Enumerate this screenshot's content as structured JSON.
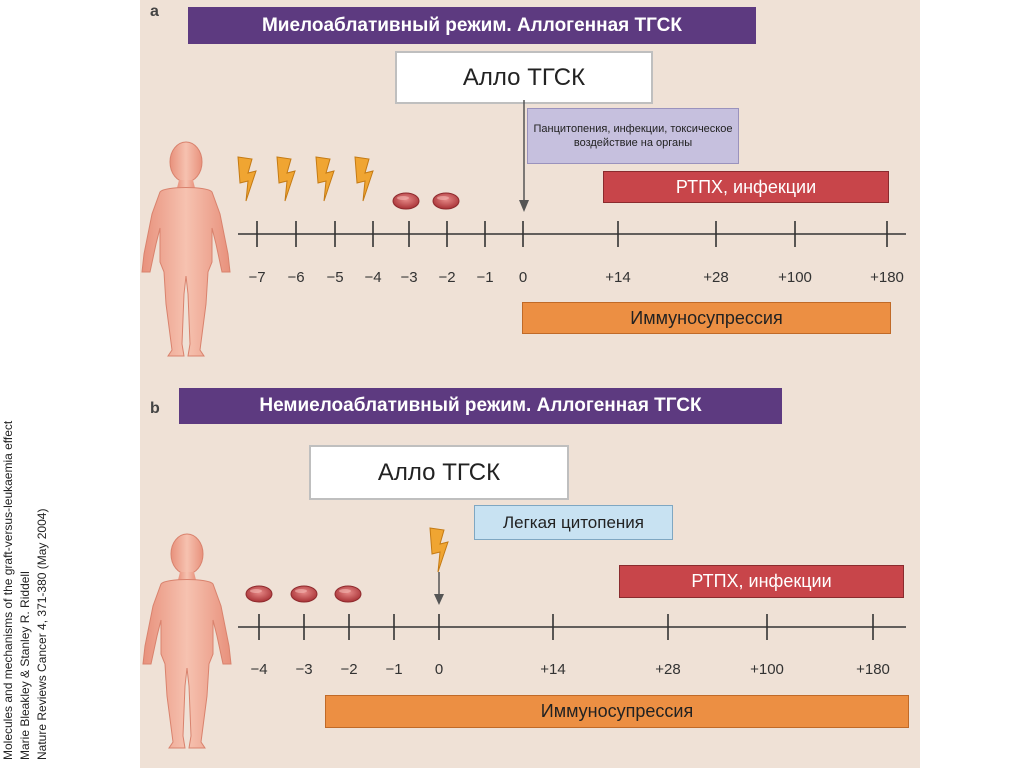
{
  "citation": [
    "Molecules and mechanisms of the graft-versus-leukaemia effect",
    "Marie Bleakley & Stanley R. Riddell",
    "Nature Reviews Cancer 4, 371-380 (May 2004)"
  ],
  "panel_a": {
    "letter": "a",
    "title": "Миелоаблативный режим. Аллогенная ТГСК",
    "allo_label": "Алло ТГСК",
    "toxicity_note": "Панцитопения, инфекции, токсическое воздействие на органы",
    "gvhd_label": "РТПХ, инфекции",
    "immuno_label": "Иммуносупрессия",
    "ticks": [
      "−7",
      "−6",
      "−5",
      "−4",
      "−3",
      "−2",
      "−1",
      "0",
      "+14",
      "+28",
      "+100",
      "+180"
    ],
    "conditioning": {
      "irradiation_days": [
        "−7",
        "−6",
        "−5",
        "−4"
      ],
      "chemo_days": [
        "−3",
        "−2"
      ]
    }
  },
  "panel_b": {
    "letter": "b",
    "title": "Немиелоаблативный режим. Аллогенная ТГСК",
    "allo_label": "Алло ТГСК",
    "cytopenia_note": "Легкая цитопения",
    "gvhd_label": "РТПХ, инфекции",
    "immuno_label": "Иммуносупрессия",
    "ticks": [
      "−4",
      "−3",
      "−2",
      "−1",
      "0",
      "+14",
      "+28",
      "+100",
      "+180"
    ],
    "conditioning": {
      "chemo_days": [
        "−4",
        "−3",
        "−2"
      ],
      "irradiation_days": [
        "0"
      ]
    }
  },
  "colors": {
    "title_bg": "#5d3a80",
    "gvhd": "#c8454a",
    "immuno": "#ec8f43",
    "lightning": "#f0a532",
    "chemo_pill": "#c0464a",
    "note_a_bg": "#c6c0de",
    "note_b_bg": "#c8e2f2",
    "body": "#efaa95"
  },
  "icons": [
    "human-figure-icon",
    "lightning-bolt-icon",
    "chemo-pill-icon",
    "arrow-down-icon"
  ]
}
